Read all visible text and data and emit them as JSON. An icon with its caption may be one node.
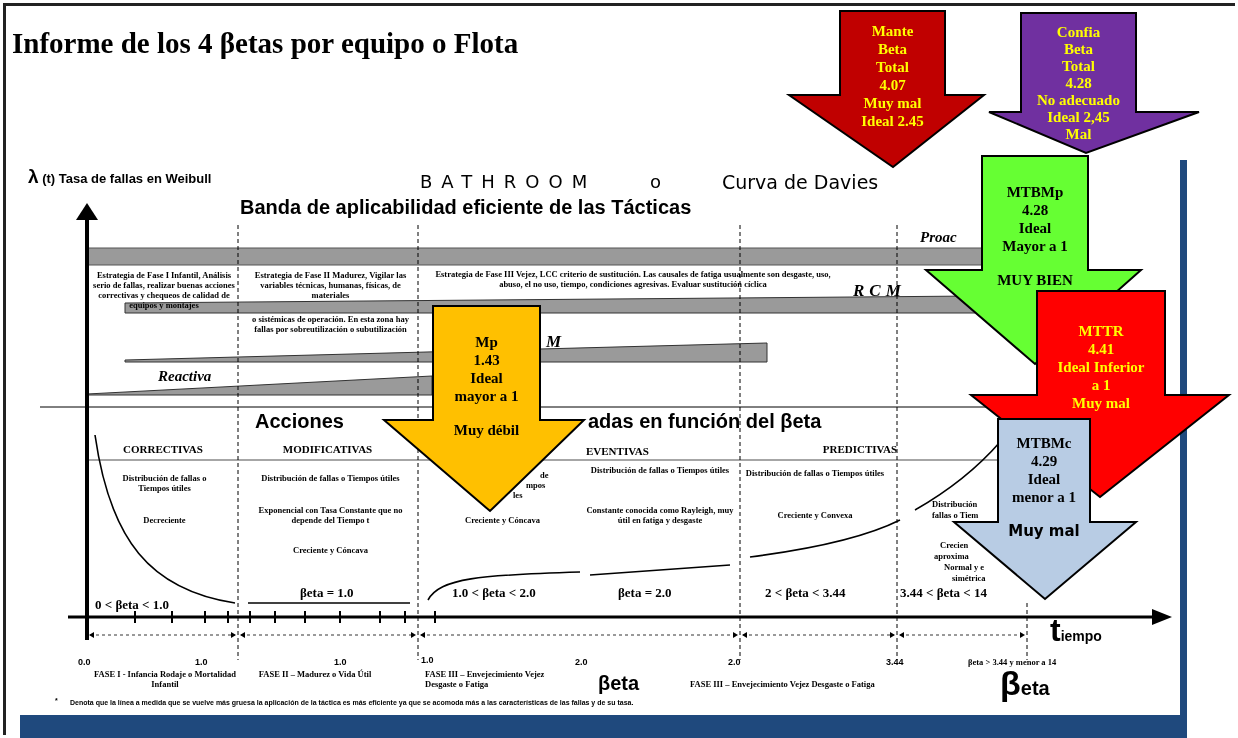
{
  "diagram": {
    "title": "Informe de los 4 βetas por equipo o Flota",
    "nodes": [
      {
        "text": [
          "Mante",
          "Beta",
          "Total",
          "4.07",
          "Muy mal",
          "Ideal 2.45"
        ]
      },
      {
        "text": [
          "Confia",
          "Beta",
          "Total",
          "4.28",
          "No adecuado",
          "Ideal 2,45",
          "Mal"
        ]
      },
      {
        "text": [
          "MTBMp",
          "4.28",
          "Ideal",
          "Mayor a 1",
          "MUY BIEN"
        ]
      },
      {
        "text": [
          "MTTR",
          "4.41",
          "Ideal Inferior",
          "a 1",
          "Muy mal"
        ]
      },
      {
        "text": [
          "Mp",
          "1.43",
          "Ideal",
          "mayor a 1",
          "Muy débil"
        ]
      },
      {
        "text": [
          "MTBMc",
          "4.29",
          "Ideal",
          "menor a 1",
          "Muy mal"
        ]
      }
    ],
    "labels": [
      "λ (t) Tasa de fallas en Weibull",
      "BATHROOM",
      "o",
      "Curva de Davies",
      "Banda de aplicabilidad eficiente de las Tácticas",
      "Proac",
      "Estrategia de Fase I Infantil, Análisis serio de fallas, realizar buenas acciones correctivas y chequeos de calidad de equipos y montajes",
      "Estrategia de Fase II Madurez, Vigilar las variables técnicas, humanas, físicas, de materiales",
      "o sistémicas de operación. En esta zona hay fallas por sobreutilización o subutilización",
      "Estrategia de Fase III Vejez, LCC criterio de sustitución. Las causales de fatiga usualmente son desgaste, uso, abuso, el no uso, tiempo, condiciones agresivas. Evaluar sustitución cíclica",
      "RCM",
      "M",
      "Reactiva",
      "Acciones",
      "adas en función del βeta",
      "CORRECTIVAS",
      "MODIFICATIVAS",
      "EVENTIVAS",
      "PREDICTIVAS",
      "Distribución de fallas o Tiempos útiles",
      "Decreciente",
      "Distribución de fallas o Tiempos útiles",
      "Exponencial con Tasa Constante que no depende del Tiempo t",
      "Creciente y Cóncava",
      "de",
      "mpos",
      "les",
      "Creciente y Cóncava",
      "Distribución de fallas o Tiempos útiles",
      "Constante conocida como Rayleigh, muy útil en fatiga y desgaste",
      "Distribución de fallas o Tiempos útiles",
      "Creciente y Convexa",
      "Distribución",
      "fallas o Tiem",
      "Crecien",
      "aproxima",
      "Normal y e",
      "simétrica",
      "0 < βeta < 1.0",
      "βeta = 1.0",
      "1.0 < βeta < 2.0",
      "βeta = 2.0",
      "2 < βeta < 3.44",
      "3.44 < βeta < 14",
      "tiempo",
      "0.0",
      "1.0",
      "1.0",
      "1.0",
      "2.0",
      "2.0",
      "3.44",
      "βeta > 3.44 y menor a 14",
      "FASE I - Infancia Rodaje o Mortalidad Infantil",
      "FASE II – Madurez o Vida Útil",
      "FASE III – Envejecimiento Vejez Desgaste o Fatiga",
      "βeta",
      "FASE III – Envejecimiento Vejez Desgaste o Fatiga",
      "βeta",
      "*",
      "Denota que la línea a medida que se vuelve más gruesa la aplicación de la táctica es más eficiente ya que se acomoda más a las características de las fallas y de su tasa."
    ]
  }
}
